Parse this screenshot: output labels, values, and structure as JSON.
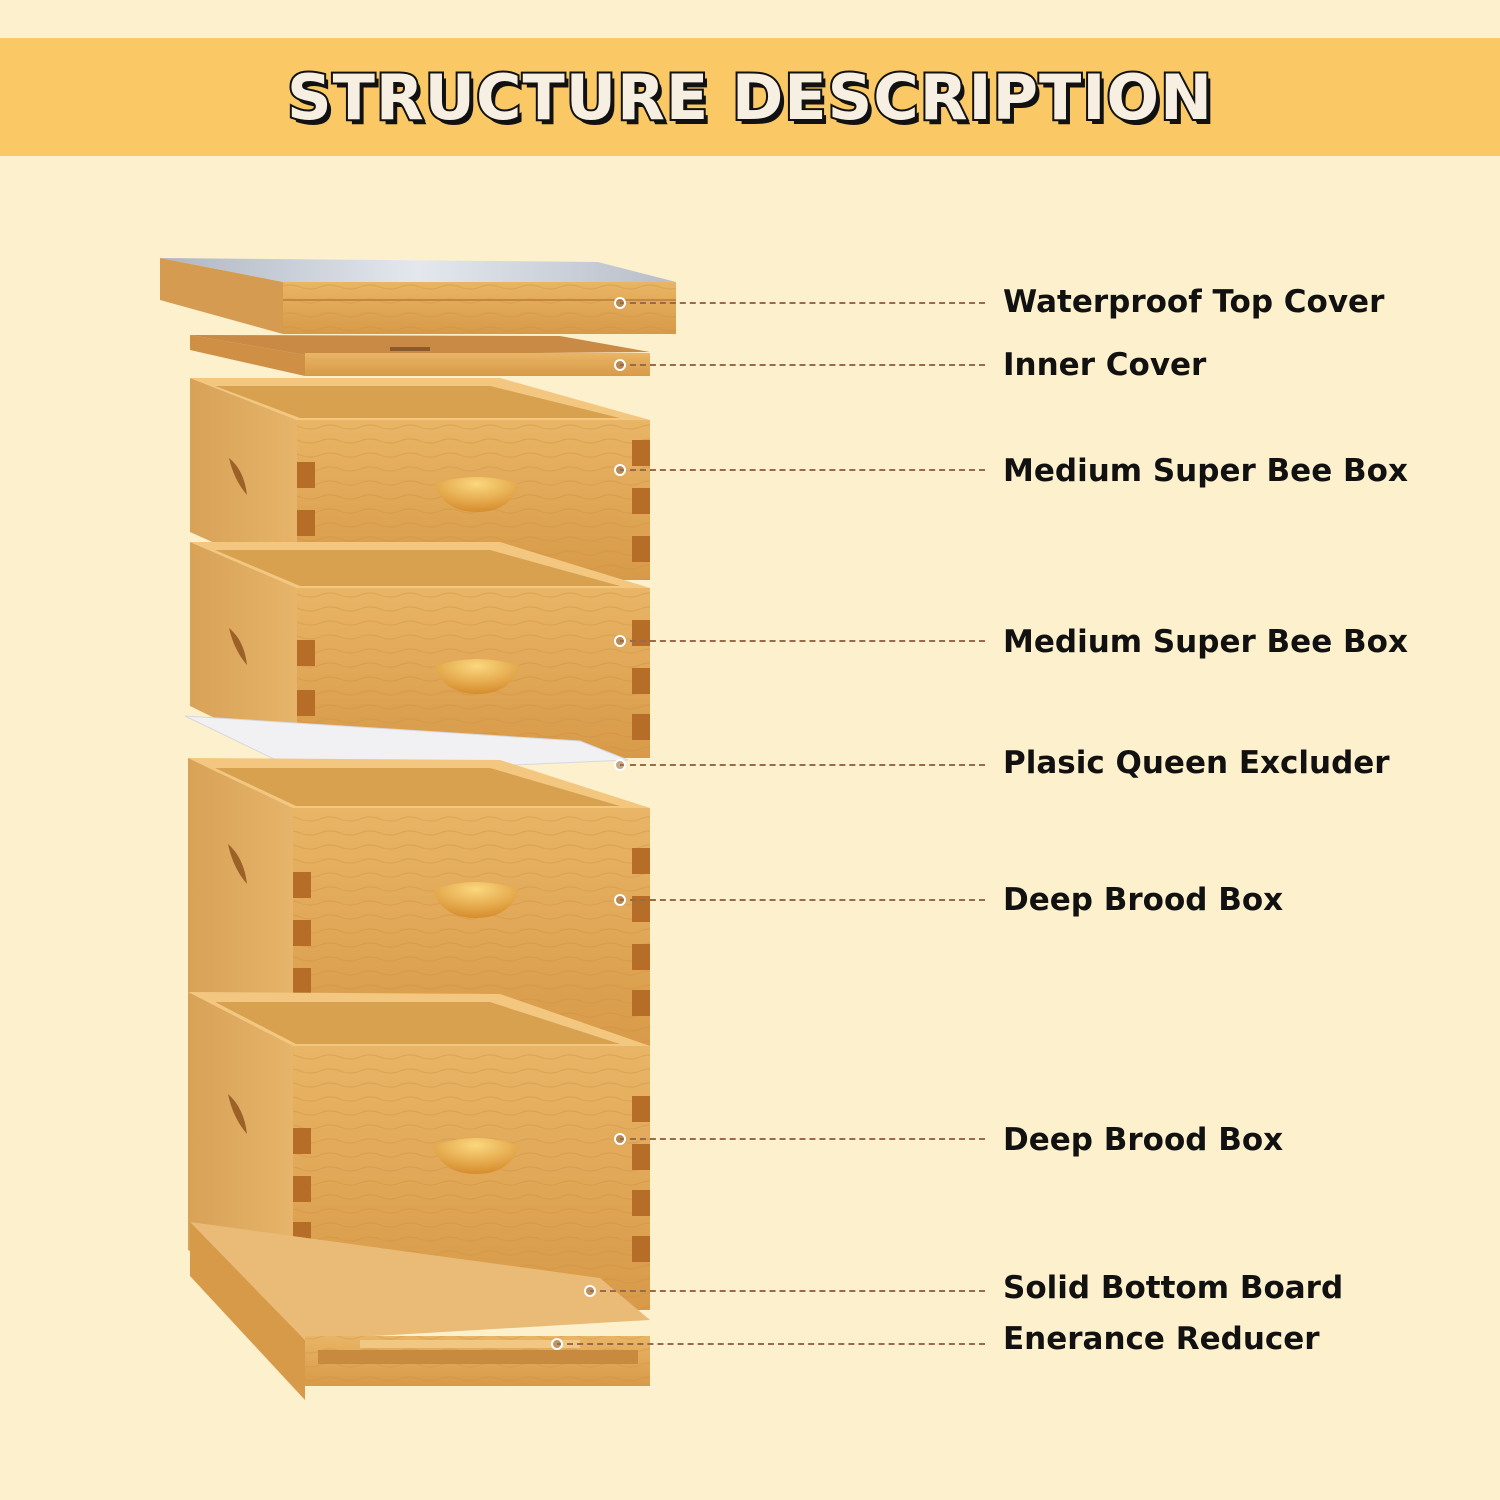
{
  "title": "STRUCTURE DESCRIPTION",
  "colors": {
    "background": "#fdf0cc",
    "banner": "#fac864",
    "wood": "#e0a95a",
    "metal_cover": "#c9ced6",
    "leader_line": "#9a6a4a"
  },
  "parts": [
    {
      "label": "Waterproof Top Cover"
    },
    {
      "label": "Inner Cover"
    },
    {
      "label": "Medium Super Bee Box"
    },
    {
      "label": "Medium Super Bee Box"
    },
    {
      "label": "Plasic Queen Excluder"
    },
    {
      "label": "Deep Brood Box"
    },
    {
      "label": "Deep Brood Box"
    },
    {
      "label": "Solid Bottom Board"
    },
    {
      "label": "Enerance Reducer"
    }
  ]
}
